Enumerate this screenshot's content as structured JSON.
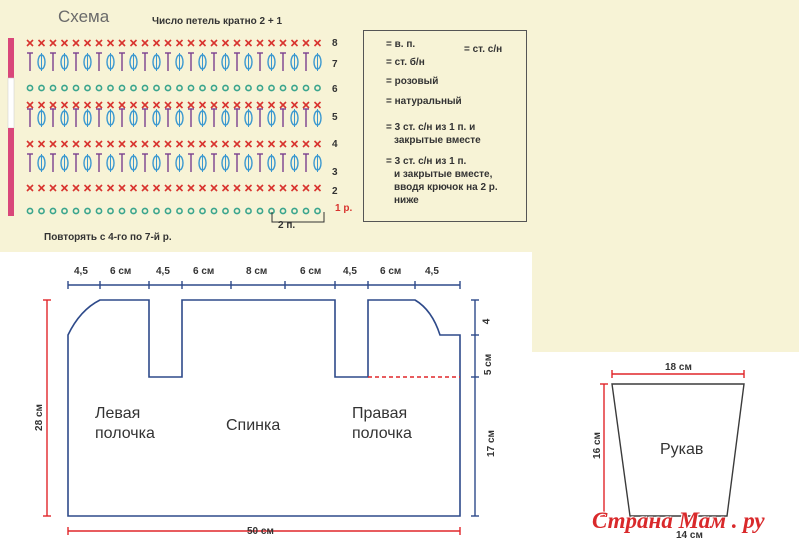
{
  "scheme": {
    "title": "Схема",
    "multiple_note": "Число петель кратно 2 + 1",
    "row_numbers": [
      "8",
      "7",
      "6",
      "5",
      "4",
      "3",
      "2"
    ],
    "first_row_label": "1 р.",
    "repeat_label": "2 п.",
    "repeat_note": "Повторять с 4-го по 7-й р.",
    "colors": {
      "pink": "#d9477a",
      "green": "#3aa58d",
      "red": "#d8342f",
      "blue": "#3a98d0",
      "purple": "#7b3f8e"
    }
  },
  "legend": {
    "ch": "= в. п.",
    "sc": "= ст. б/н",
    "dc": "= ст. с/н",
    "pink": "= розовый",
    "natural": "= натуральный",
    "cl3_line1": "= 3 ст. с/н из 1 п. и",
    "cl3_line2": "закрытые вместе",
    "cl3b_line1": "= 3 ст. с/н из 1 п.",
    "cl3b_line2": "и закрытые вместе,",
    "cl3b_line3": "вводя крючок на 2 р.",
    "cl3b_line4": "ниже"
  },
  "pattern": {
    "top_dims": [
      "4,5",
      "6 см",
      "4,5",
      "6 см",
      "8 см",
      "6 см",
      "4,5",
      "6 см",
      "4,5"
    ],
    "width_label": "50 см",
    "height_label": "28 см",
    "right_upper": "4",
    "right_mid": "5 см",
    "right_lower": "17 см",
    "left_front": [
      "Левая",
      "полочка"
    ],
    "back": "Спинка",
    "right_front": [
      "Правая",
      "полочка"
    ]
  },
  "sleeve": {
    "top_width": "18 см",
    "height": "16 см",
    "label": "Рукав",
    "bottom_width": "14 см"
  },
  "watermark": "Страна Мам . ру"
}
